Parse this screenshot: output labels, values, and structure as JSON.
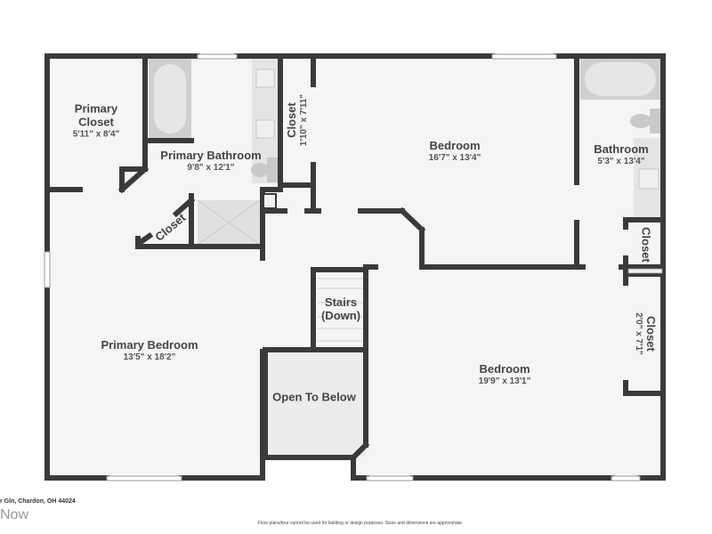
{
  "colors": {
    "wall": "#3a3a3a",
    "floor": "#f5f5f5",
    "fixture": "#d0d0d0",
    "open_to_below": "#ececec",
    "background": "#ffffff"
  },
  "rooms": [
    {
      "id": "primary-closet",
      "name": "Primary Closet",
      "name_line1": "Primary",
      "name_line2": "Closet",
      "dimensions": "5'11\" x 8'4\""
    },
    {
      "id": "primary-bathroom",
      "name": "Primary Bathroom",
      "dimensions": "9'8\" x 12'1\""
    },
    {
      "id": "closet-hall",
      "name": "Closet",
      "dimensions": "1'10\" x 7'11\""
    },
    {
      "id": "bedroom-top",
      "name": "Bedroom",
      "dimensions": "16'7\" x 13'4\""
    },
    {
      "id": "bathroom",
      "name": "Bathroom",
      "dimensions": "5'3\" x 13'4\""
    },
    {
      "id": "closet-bath",
      "name": "Closet",
      "dimensions": ""
    },
    {
      "id": "closet-diag",
      "name": "Closet",
      "dimensions": ""
    },
    {
      "id": "primary-bedroom",
      "name": "Primary Bedroom",
      "dimensions": "13'5\" x 18'2\""
    },
    {
      "id": "stairs",
      "name": "Stairs",
      "name_line2": "(Down)"
    },
    {
      "id": "open-to-below",
      "name": "Open To Below"
    },
    {
      "id": "bedroom-bottom",
      "name": "Bedroom",
      "dimensions": "19'9\" x 13'1\""
    },
    {
      "id": "closet-bedroom",
      "name": "Closet",
      "dimensions": "2'0\" x 7'1\""
    }
  ],
  "footer": {
    "address": "r Gln, Chardon, OH 44024",
    "brand": "Now",
    "disclaimer": "Floor plans/tour cannot be used for building or design purposes. Sizes and dimensions are approximate."
  }
}
